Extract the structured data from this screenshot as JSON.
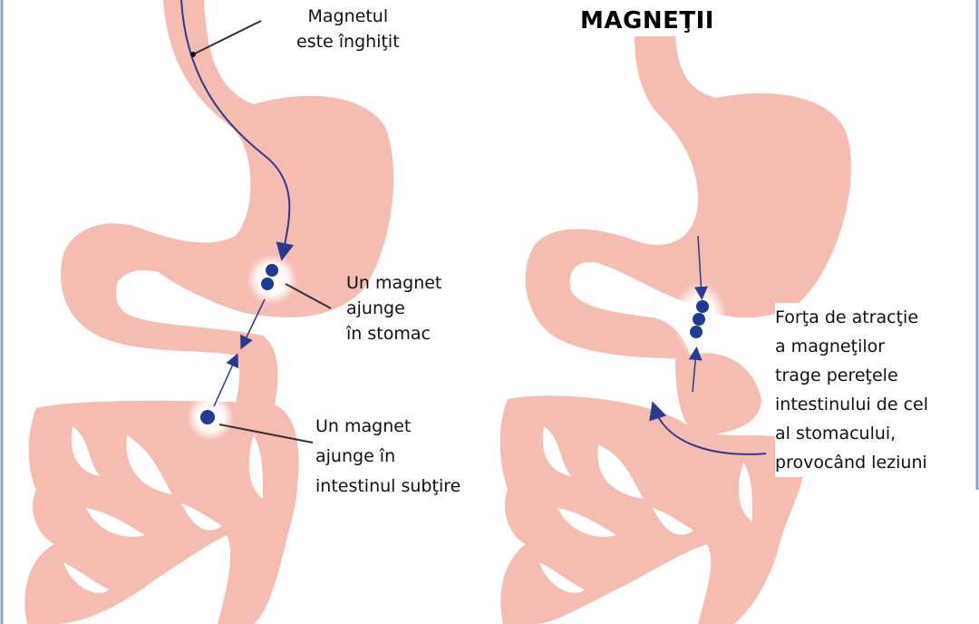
{
  "title": "MAGNEŢII",
  "colors": {
    "organ": "#f5bcb2",
    "arrow": "#2b3a8f",
    "magnet": "#1f3a93",
    "leader": "#333333"
  },
  "left_panel": {
    "labels": [
      {
        "lines": [
          "Magnetul",
          "este înghiţit"
        ]
      },
      {
        "lines": [
          "Un magnet",
          "ajunge",
          "în stomac"
        ]
      },
      {
        "lines": [
          "Un magnet",
          "ajunge în",
          "intestinul subţire"
        ]
      }
    ]
  },
  "right_panel": {
    "labels": [
      {
        "lines": [
          "Forţa de atracţie",
          "a magneţilor",
          "trage pereţele",
          "intestinului de cel",
          "al stomacului,",
          "provocând leziuni"
        ]
      }
    ]
  }
}
